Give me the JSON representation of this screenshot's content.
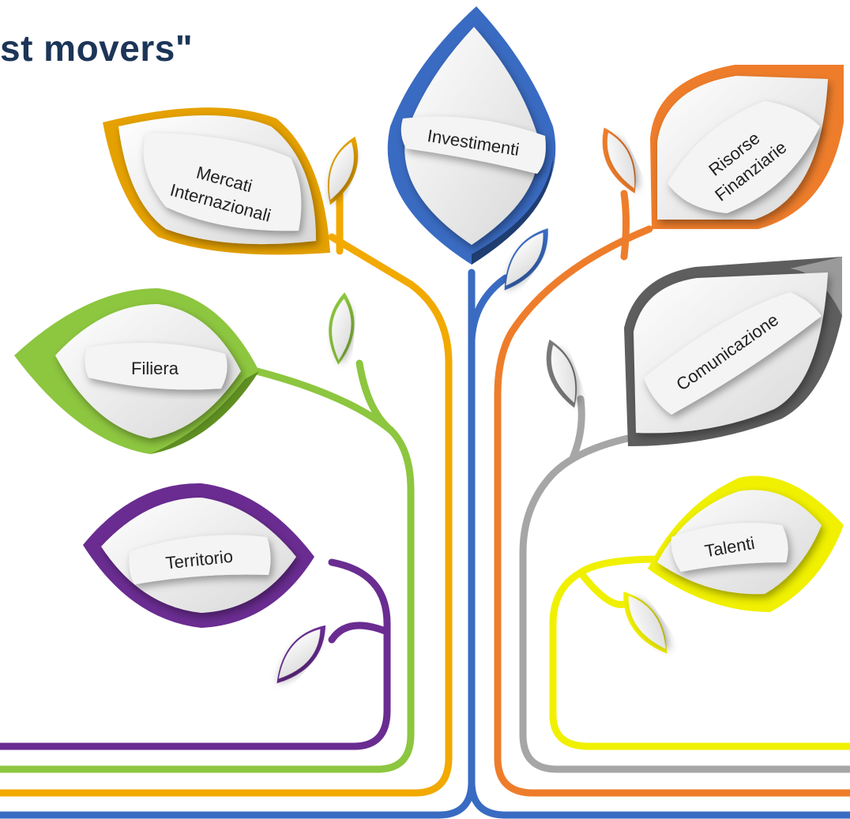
{
  "title": "st movers\"",
  "branches": [
    {
      "key": "mercati",
      "lines": [
        "Mercati",
        "Internazionali"
      ],
      "color": "#f2a900"
    },
    {
      "key": "investimenti",
      "lines": [
        "Investimenti"
      ],
      "color": "#3a6bc2"
    },
    {
      "key": "risorse",
      "lines": [
        "Risorse",
        "Finanziarie"
      ],
      "color": "#ee7d2b"
    },
    {
      "key": "filiera",
      "lines": [
        "Filiera"
      ],
      "color": "#8dc63f"
    },
    {
      "key": "comunicazione",
      "lines": [
        "Comunicazione"
      ],
      "color": "#7a7a7a"
    },
    {
      "key": "territorio",
      "lines": [
        "Territorio"
      ],
      "color": "#6a2c91"
    },
    {
      "key": "talenti",
      "lines": [
        "Talenti"
      ],
      "color": "#f0f000"
    }
  ]
}
